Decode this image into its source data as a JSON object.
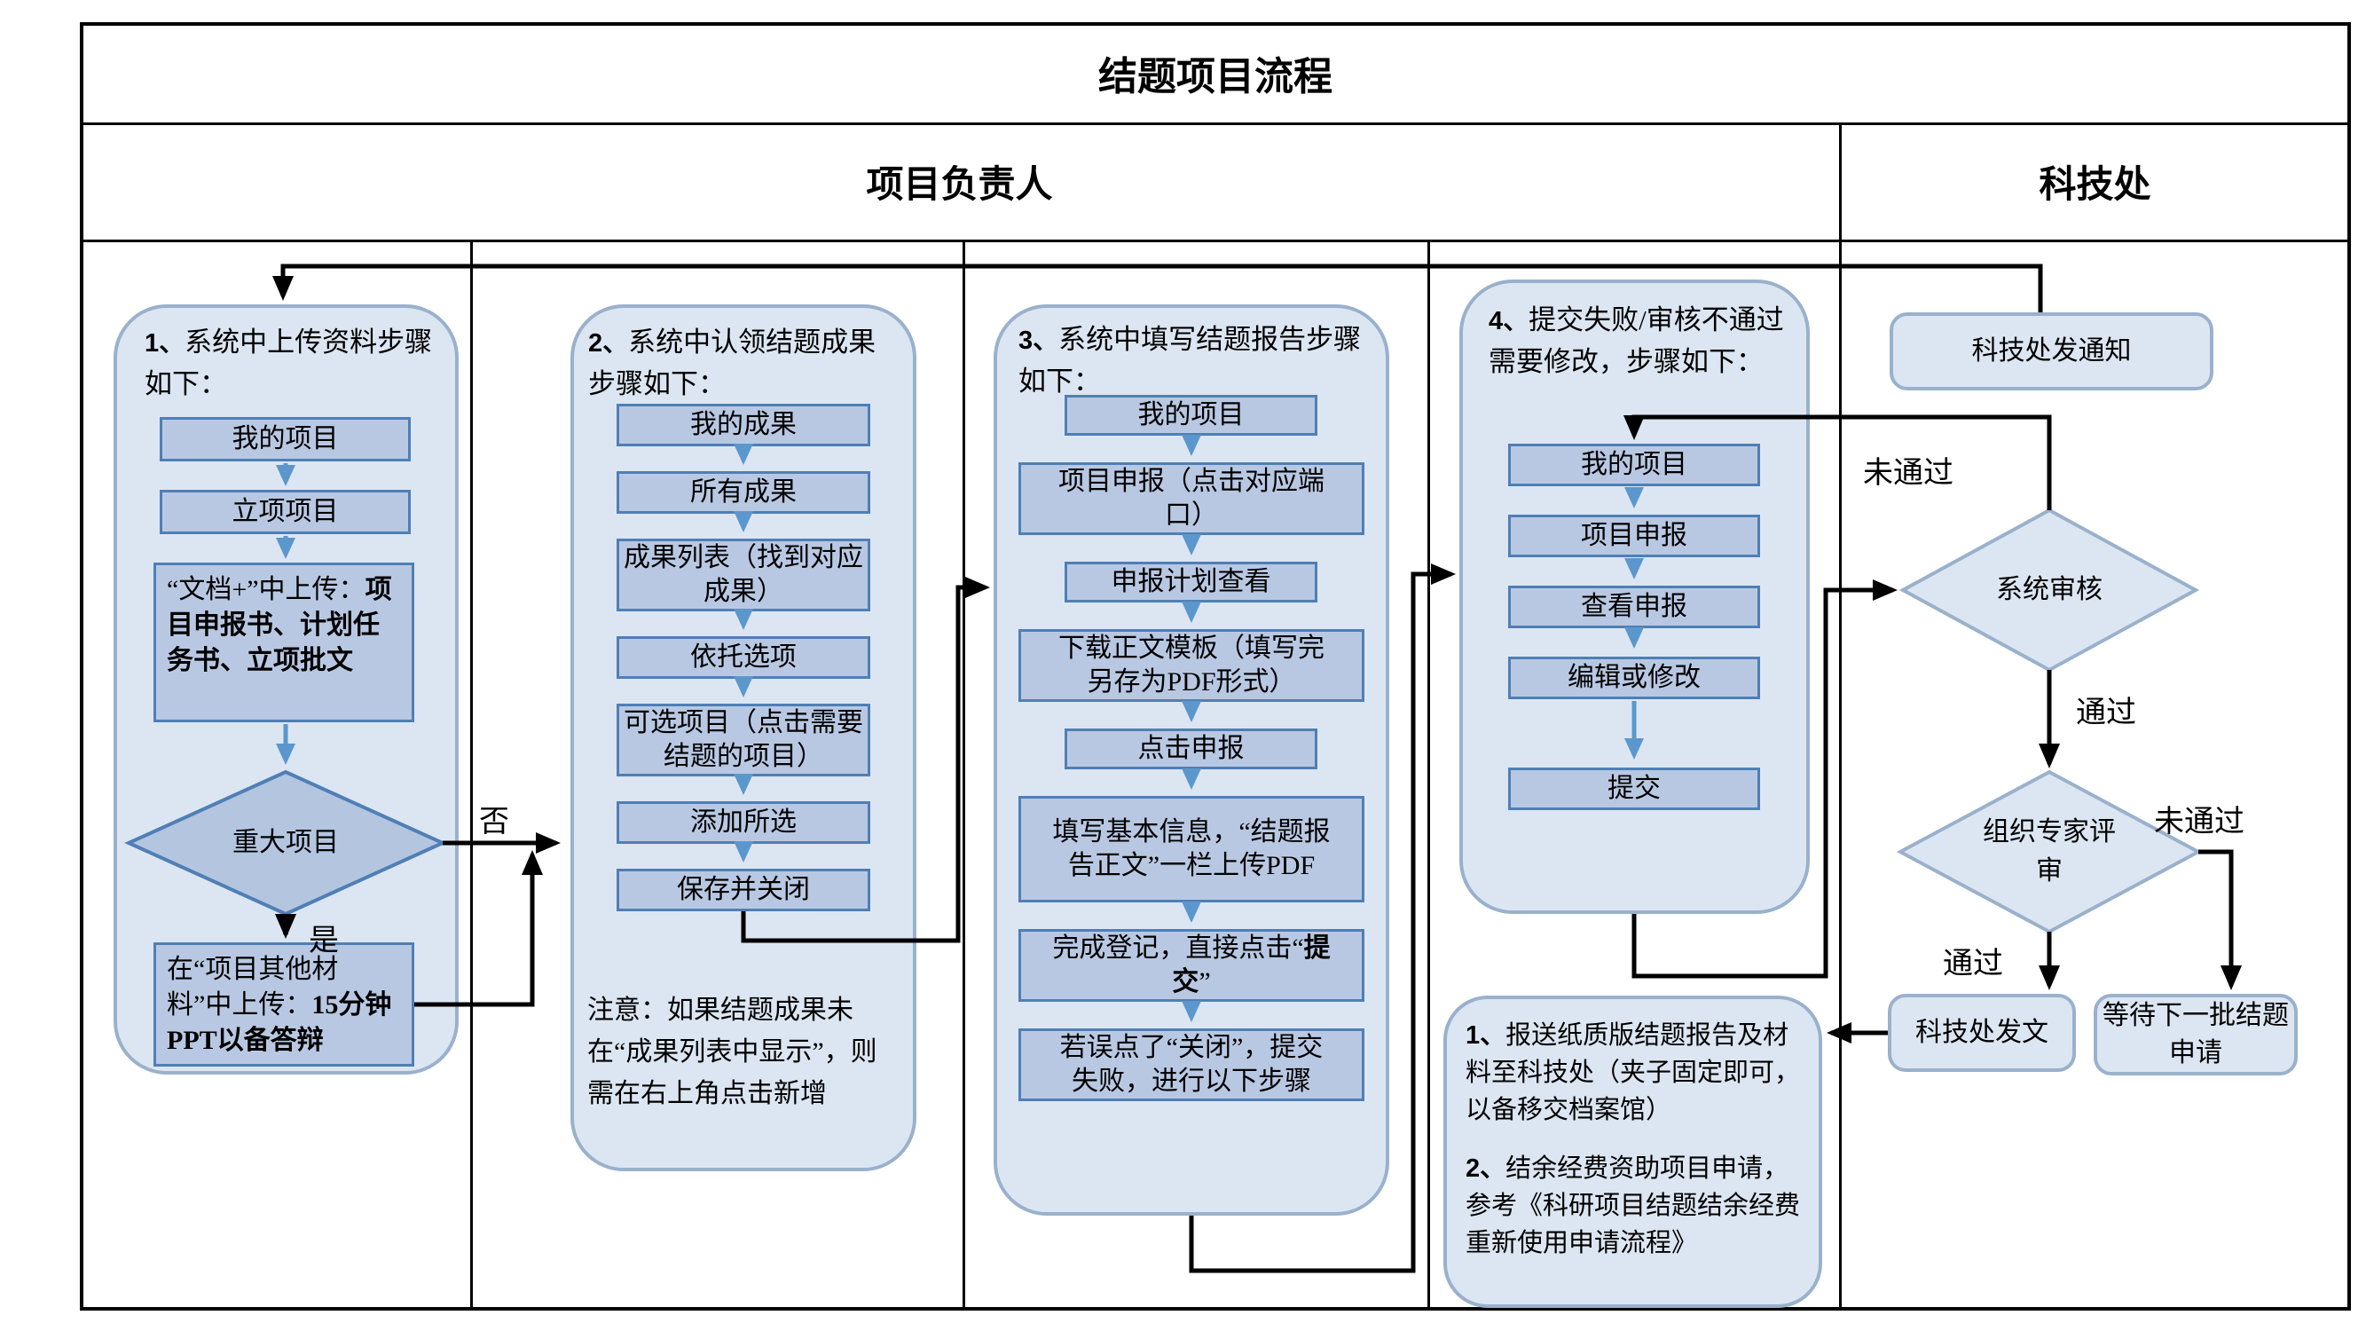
{
  "title": "结题项目流程",
  "lanes": {
    "left": "项目负责人",
    "right": "科技处"
  },
  "col1": {
    "num": "1、",
    "header": "系统中上传资料步骤如下：",
    "steps": [
      "我的项目",
      "立项项目"
    ],
    "upload_box": {
      "pre": "“文档+”中上传：",
      "bold": "项目申报书、计划任务书、立项批文"
    },
    "decision": "重大项目",
    "yes": "是",
    "no": "否",
    "ppt_box": {
      "pre": "在“项目其他材料”中上传：",
      "bold": "15分钟PPT以备答辩"
    }
  },
  "col2": {
    "num": "2、",
    "header": "系统中认领结题成果步骤如下：",
    "steps": [
      "我的成果",
      "所有成果",
      "成果列表（找到对应成果）",
      "依托选项",
      "可选项目（点击需要结题的项目）",
      "添加所选",
      "保存并关闭"
    ],
    "note": "注意：如果结题成果未在“成果列表中显示”，则需在右上角点击新增"
  },
  "col3": {
    "num": "3、",
    "header": "系统中填写结题报告步骤如下：",
    "steps": [
      "我的项目",
      "项目申报（点击对应端口）",
      "申报计划查看",
      "下载正文模板（填写完另存为PDF形式）",
      "点击申报",
      "填写基本信息，“结题报告正文”一栏上传PDF"
    ],
    "submit_box": {
      "pre": "完成登记，直接点击“",
      "bold": "提交",
      "post": "”"
    },
    "fail_box": "若误点了“关闭”，提交失败，进行以下步骤"
  },
  "col4": {
    "num": "4、",
    "header": "提交失败/审核不通过需要修改，步骤如下：",
    "steps": [
      "我的项目",
      "项目申报",
      "查看申报",
      "编辑或修改",
      "提交"
    ]
  },
  "notes": {
    "item1_num": "1、",
    "item1": "报送纸质版结题报告及材料至科技处（夹子固定即可，以备移交档案馆）",
    "item2_num": "2、",
    "item2": "结余经费资助项目申请，参考《科研项目结题结余经费重新使用申请流程》"
  },
  "dept": {
    "notify": "科技处发通知",
    "system_review": "系统审核",
    "expert_review": "组织专家评审",
    "issue": "科技处发文",
    "wait": "等待下一批结题申请",
    "pass": "通过",
    "fail": "未通过"
  },
  "colors": {
    "pool_fill": "#dce6f2",
    "pool_border": "#9ab1cc",
    "box_fill": "#b9c8e2",
    "box_border": "#4f7fb5",
    "arrow_blue": "#5b97cd",
    "arrow_black": "#000000"
  }
}
